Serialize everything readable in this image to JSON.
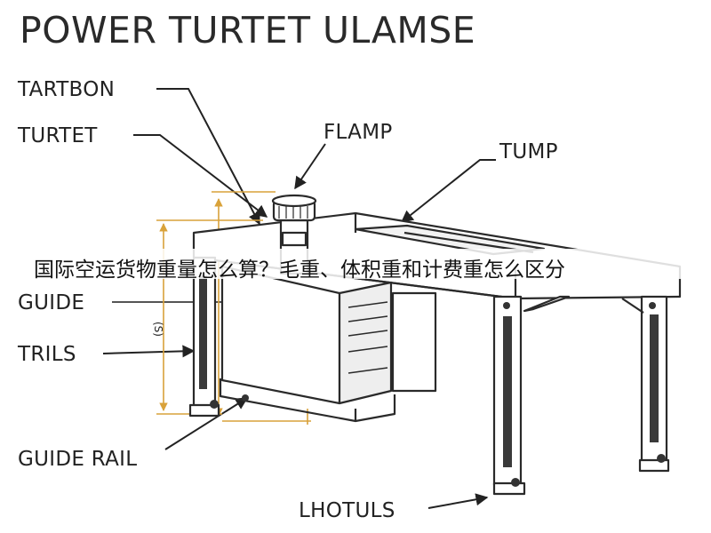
{
  "diagram": {
    "title": "POWER TURTET ULAMSE",
    "labels": {
      "tartbon": "TARTBON",
      "turtet": "TURTET",
      "flamp": "FLAMP",
      "tump": "TUMP",
      "guide": "GUIDE",
      "trils": "TRILS",
      "guide_rail": "GUIDE RAIL",
      "lhotuls": "LHOTULS"
    },
    "dimension_text": "(S)",
    "overlay_caption": "国际空运货物重量怎么算？毛重、体积重和计费重怎么区分"
  },
  "colors": {
    "ink": "#2a2a2a",
    "dimension": "#d9a23a",
    "background": "#ffffff"
  }
}
